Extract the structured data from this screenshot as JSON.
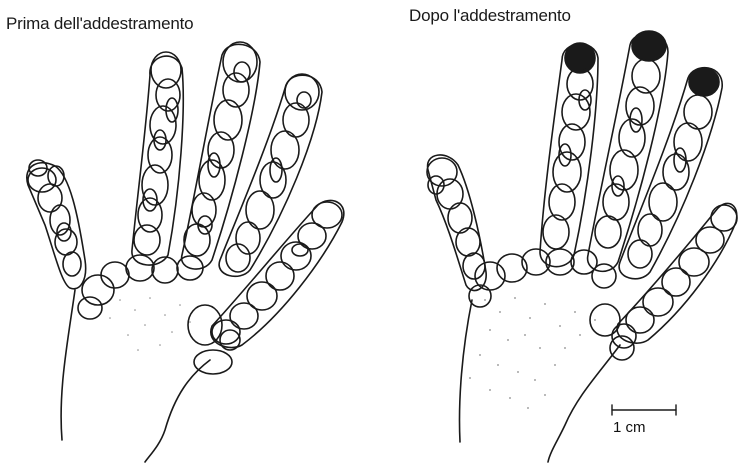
{
  "panels": {
    "before": {
      "title": "Prima dell'addestramento"
    },
    "after": {
      "title": "Dopo l'addestramento"
    }
  },
  "scale_bar": {
    "label": "1 cm"
  },
  "colors": {
    "ink": "#1a1a1a",
    "background": "#ffffff",
    "stipple": "#8a8a8a"
  }
}
